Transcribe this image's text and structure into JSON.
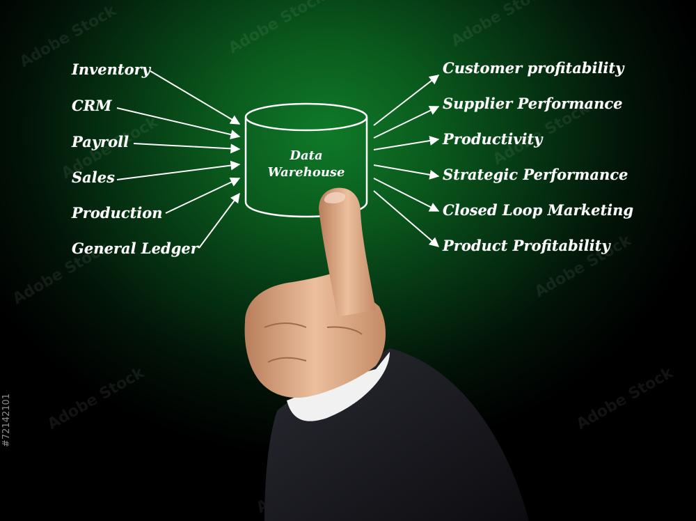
{
  "center": {
    "line1": "Data",
    "line2": "Warehouse"
  },
  "sources": [
    "Inventory",
    "CRM",
    "Payroll",
    "Sales",
    "Production",
    "General Ledger"
  ],
  "outputs": [
    "Customer profitability",
    "Supplier Performance",
    "Productivity",
    "Strategic Performance",
    "Closed Loop Marketing",
    "Product Profitability"
  ],
  "watermark": {
    "text": "Adobe Stock",
    "stock_id": "#72142101"
  },
  "colors": {
    "background": "#0a5a1d",
    "lines": "#ffffff",
    "skin": "#e7b48f",
    "suit": "#1b1c22"
  }
}
